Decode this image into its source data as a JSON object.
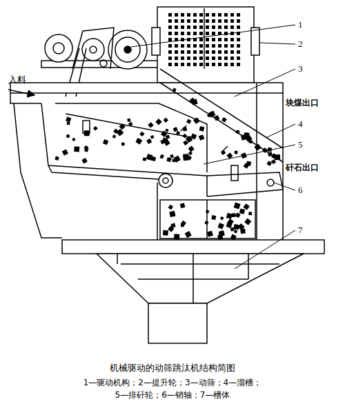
{
  "diagram": {
    "caption": "机械驱动的动筛跳汰机结构简图",
    "labels": [
      "1",
      "2",
      "3",
      "4",
      "5",
      "6",
      "7",
      "入料",
      "块煤出口",
      "矸石出口",
      "1—驱动机构；2—提升轮；3—动筛；4—溜槽；",
      "5—排矸轮；6—销轴；7—槽体"
    ]
  }
}
